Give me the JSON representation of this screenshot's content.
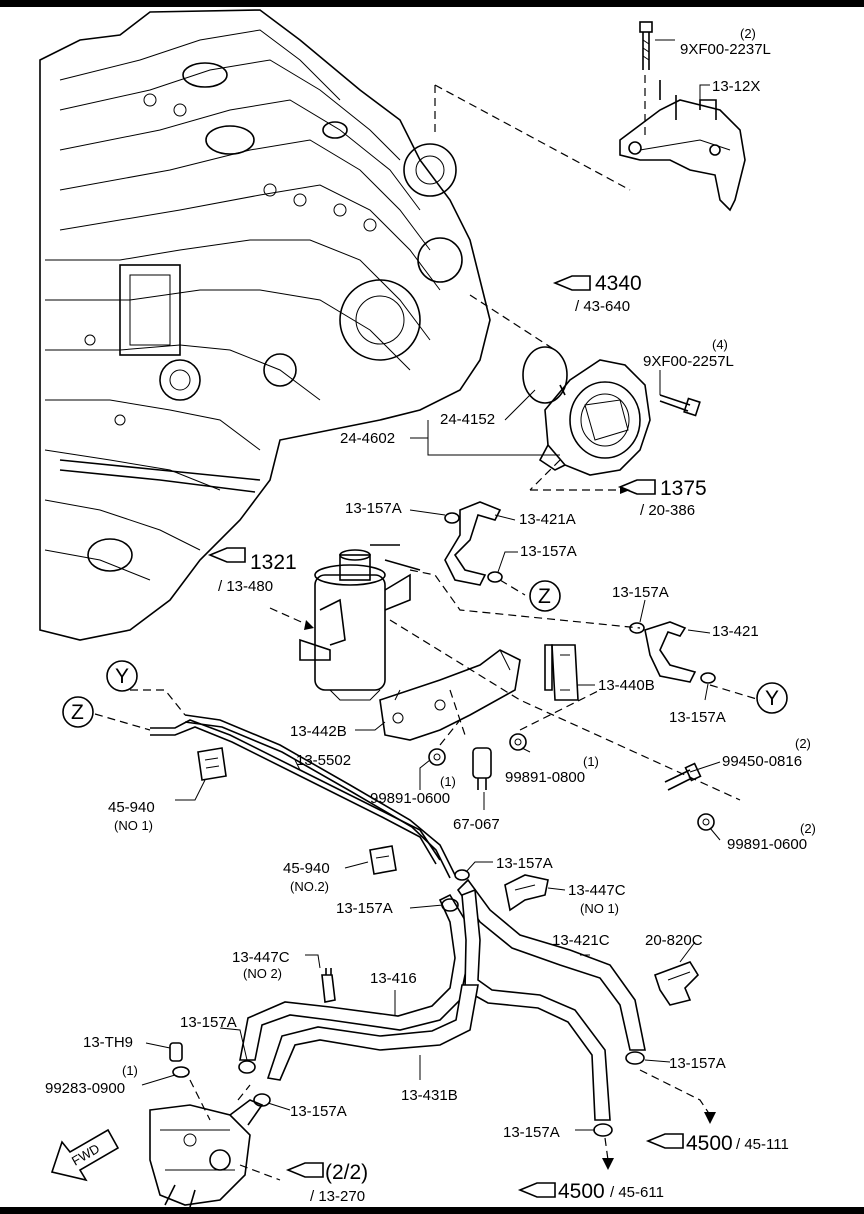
{
  "labels": {
    "bolt_top": "9XF00-2237L",
    "bolt_top_qty": "(2)",
    "bracket_top": "13-12X",
    "ref_4340": "4340",
    "ref_4340_sub": "/ 43-640",
    "bolt_pump": "9XF00-2257L",
    "bolt_pump_qty": "(4)",
    "gasket": "24-4152",
    "vacuum_pump": "24-4602",
    "ref_1375": "1375",
    "ref_1375_sub": "/ 20-386",
    "clamp_a1": "13-157A",
    "hose_421a": "13-421A",
    "clamp_a2": "13-157A",
    "ref_1321": "1321",
    "ref_1321_sub": "/ 13-480",
    "marker_z_right": "Z",
    "clamp_a3": "13-157A",
    "hose_421": "13-421",
    "bracket_440b": "13-440B",
    "clamp_a4": "13-157A",
    "marker_y_right": "Y",
    "marker_y_left": "Y",
    "marker_z_left": "Z",
    "bracket_442b": "13-442B",
    "pipe_5502": "13-5502",
    "nut_0800": "99891-0800",
    "nut_0800_qty": "(1)",
    "bolt_0816": "99450-0816",
    "bolt_0816_qty": "(2)",
    "clip_940_no1": "45-940",
    "clip_940_no1_sub": "(NO 1)",
    "nut_0600a": "99891-0600",
    "nut_0600a_qty": "(1)",
    "connector_067": "67-067",
    "nut_0600b": "99891-0600",
    "nut_0600b_qty": "(2)",
    "clip_940_no2": "45-940",
    "clip_940_no2_sub": "(NO.2)",
    "clamp_a5": "13-157A",
    "clip_447c_no1": "13-447C",
    "clip_447c_no1_sub": "(NO 1)",
    "clamp_a6": "13-157A",
    "hose_421c": "13-421C",
    "clip_820c": "20-820C",
    "clip_447c_no2": "13-447C",
    "clip_447c_no2_sub": "(NO 2)",
    "hose_416": "13-416",
    "clamp_a7": "13-157A",
    "sensor_th9": "13-TH9",
    "oring_0900_qty": "(1)",
    "oring_0900": "99283-0900",
    "clamp_a8": "13-157A",
    "hose_431b": "13-431B",
    "clamp_a9": "13-157A",
    "clamp_a10": "13-157A",
    "ref_4500_right": "4500",
    "ref_4500_right_sub": "/ 45-111",
    "ref_22": "(2/2)",
    "ref_22_sub": "/ 13-270",
    "ref_4500_bottom": "4500",
    "ref_4500_bottom_sub": "/ 45-611",
    "fwd": "FWD"
  }
}
